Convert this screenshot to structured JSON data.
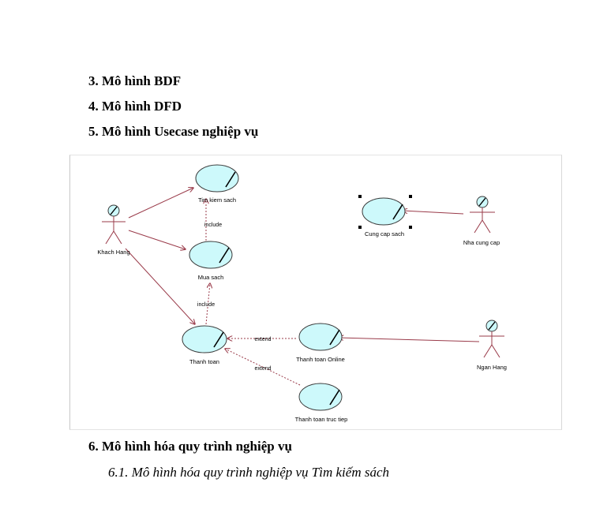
{
  "sections": {
    "s3": "3. Mô hình BDF",
    "s4": "4. Mô hình DFD",
    "s5": "5. Mô hình Usecase nghiệp vụ",
    "s6": "6. Mô hình hóa quy trình nghiệp vụ",
    "s61": "6.1. Mô hình hóa quy trình nghiệp vụ Tìm kiếm sách"
  },
  "diagram": {
    "actors": {
      "khach_hang": "Khach Hang",
      "nha_cung_cap": "Nha cung cap",
      "ngan_hang": "Ngan Hang"
    },
    "usecases": {
      "tim_kiem_sach": "Tim kiem sach",
      "mua_sach": "Mua sach",
      "thanh_toan": "Thanh toan",
      "cung_cap_sach": "Cung cap sach",
      "thanh_toan_online": "Thanh toan Online",
      "thanh_toan_truc_tiep": "Thanh toan truc tiep"
    },
    "relations": {
      "include_1": "include",
      "include_2": "include",
      "extend_1": "extend",
      "extend_2": "extend"
    },
    "colors": {
      "usecase_fill": "#cdf9fb",
      "line": "#9a3b4a",
      "outline": "#3a3a3a"
    }
  }
}
